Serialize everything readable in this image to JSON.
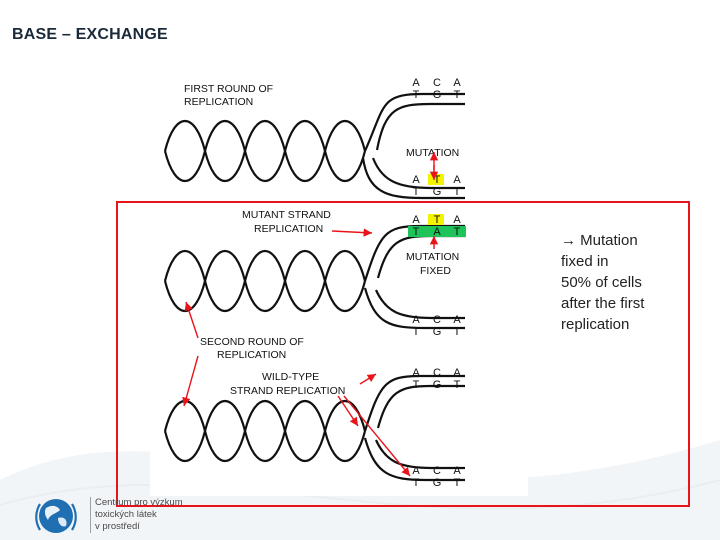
{
  "slide": {
    "title": "BASE – EXCHANGE"
  },
  "figure": {
    "labels": {
      "first_round": [
        "FIRST ROUND OF",
        "REPLICATION"
      ],
      "mutation": "MUTATION",
      "mutant_strand": [
        "MUTANT STRAND",
        "REPLICATION"
      ],
      "mutation_fixed": [
        "MUTATION",
        "FIXED"
      ],
      "second_round": [
        "SECOND ROUND OF",
        "REPLICATION"
      ],
      "wild_type": [
        "WILD-TYPE",
        "STRAND REPLICATION"
      ]
    },
    "base_pairs": {
      "top": {
        "upper": [
          "A",
          "C",
          "A"
        ],
        "lower": [
          "T",
          "G",
          "T"
        ]
      },
      "mutation": {
        "upper": [
          "A",
          "T",
          "A"
        ],
        "lower": [
          "T",
          "G",
          "T"
        ]
      },
      "mutant_strand": {
        "upper": [
          "A",
          "T",
          "A"
        ],
        "lower": [
          "T",
          "A",
          "T"
        ]
      },
      "second_mid": {
        "upper": [
          "A",
          "C",
          "A"
        ],
        "lower": [
          "T",
          "G",
          "T"
        ]
      },
      "wild_type": {
        "upper": [
          "A",
          "C",
          "A"
        ],
        "lower": [
          "T",
          "G",
          "T"
        ]
      },
      "bottom": {
        "upper": [
          "A",
          "C",
          "A"
        ],
        "lower": [
          "T",
          "G",
          "T"
        ]
      }
    },
    "colors": {
      "mutant_highlight": "#f4f400",
      "fixed_highlight": "#1ec35a",
      "arrow": "#e8141a",
      "frame": "#e8141a"
    }
  },
  "caption": {
    "lines": [
      "→ Mutation",
      "fixed in",
      "50% of cells",
      "after the first",
      "replication"
    ]
  },
  "logo": {
    "icon": "globe-icon",
    "lines": [
      "Centrum pro výzkum",
      "toxických látek",
      "v prostředí"
    ]
  }
}
